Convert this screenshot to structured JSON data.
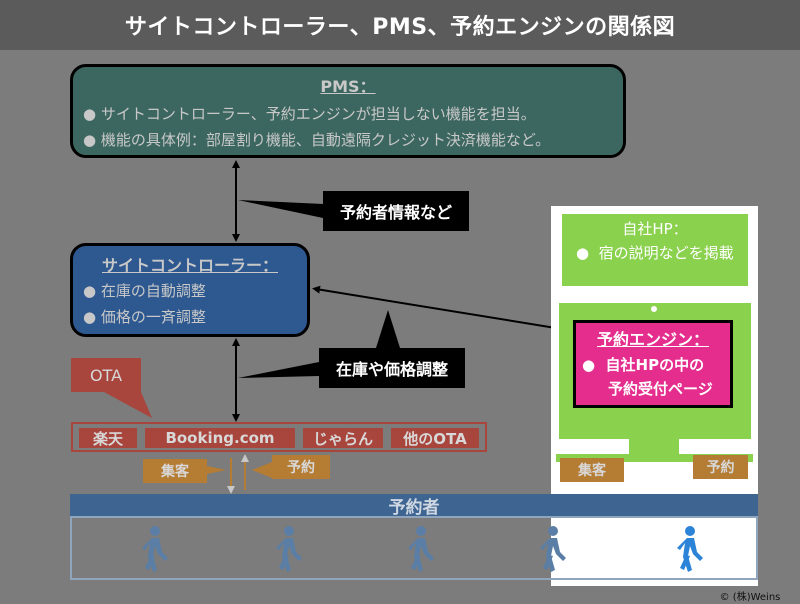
{
  "title": "サイトコントローラー、PMS、予約エンジンの関係図",
  "pms": {
    "title": "PMS：",
    "bullets": [
      "サイトコントローラー、予約エンジンが担当しない機能を担当。",
      "機能の具体例：部屋割り機能、自動遠隔クレジット決済機能など。"
    ]
  },
  "site_controller": {
    "title": "サイトコントローラー：",
    "bullets": [
      "在庫の自動調整",
      "価格の一斉調整"
    ]
  },
  "labels": {
    "guest_info": "予約者情報など",
    "inventory_price": "在庫や価格調整"
  },
  "ota": {
    "tag": "OTA",
    "items": [
      "楽天",
      "Booking.com",
      "じゃらん",
      "他のOTA"
    ]
  },
  "flow_left": {
    "attract": "集客",
    "reserve": "予約"
  },
  "flow_right": {
    "attract": "集客",
    "reserve": "予約"
  },
  "own_hp": {
    "title": "自社HP：",
    "bullet": "宿の説明などを掲載"
  },
  "booking_engine": {
    "title": "予約エンジン：",
    "lines": [
      "自社HPの中の",
      "予約受付ページ"
    ]
  },
  "bookers": {
    "label": "予約者",
    "count": 5
  },
  "copyright": "© (株)Weins",
  "colors": {
    "pms": "#3c6760",
    "site_controller": "#2d5890",
    "ota": "#a8453d",
    "flow": "#b57c34",
    "own_hp": "#8ad14e",
    "booking_engine": "#e42d8d",
    "booker_bar": "#3e6591"
  }
}
